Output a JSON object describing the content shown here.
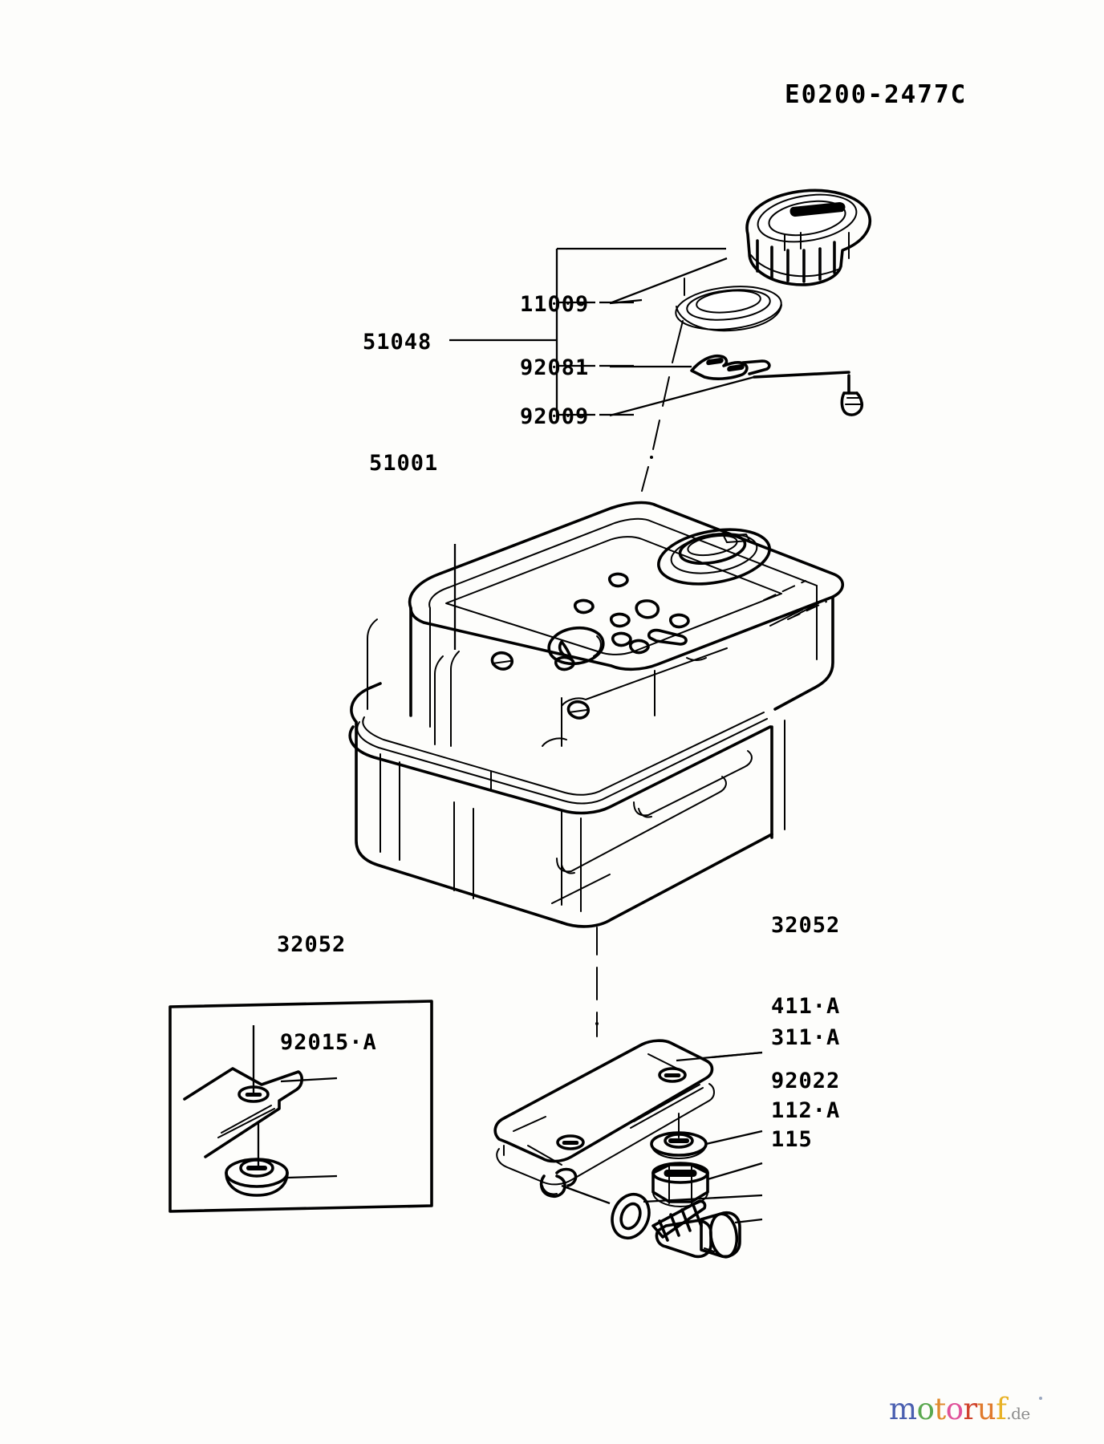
{
  "document": {
    "title_code": "E0200-2477C",
    "kind": "exploded-parts-diagram",
    "subject": "Fuel Tank Assembly"
  },
  "labels": {
    "cap_assembly": "51048",
    "cap": "11009",
    "clip": "92081",
    "screw": "92009",
    "tank": "51001",
    "bracket_top": "32052",
    "washer_411": "411·A",
    "nut_311": "311·A",
    "grommet_92022": "92022",
    "washer_112": "112·A",
    "bolt_115": "115",
    "inset_bracket": "32052",
    "inset_damper": "92015·A"
  },
  "watermark": {
    "letters": [
      {
        "ch": "m",
        "color": "#4a5fb0"
      },
      {
        "ch": "o",
        "color": "#5aa84f"
      },
      {
        "ch": "t",
        "color": "#e08a2e"
      },
      {
        "ch": "o",
        "color": "#e0519a"
      },
      {
        "ch": "r",
        "color": "#d0432c"
      },
      {
        "ch": "u",
        "color": "#e07a2c"
      },
      {
        "ch": "f",
        "color": "#e8b226"
      }
    ],
    "suffix": ".de"
  }
}
